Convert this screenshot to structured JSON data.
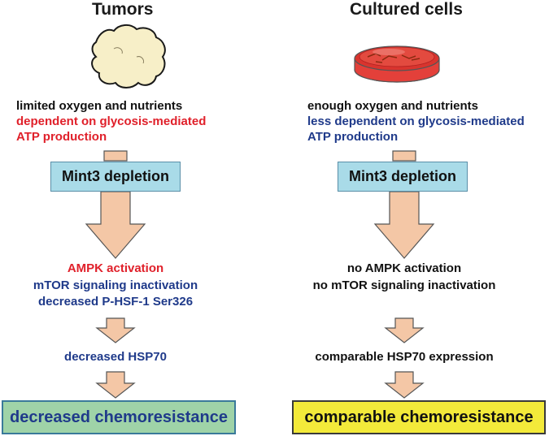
{
  "left": {
    "title": "Tumors",
    "conditions": {
      "line1": "limited oxygen and nutrients",
      "line2": "dependent on glycosis-mediated",
      "line3": "ATP production"
    },
    "box": "Mint3 depletion",
    "effects": {
      "line1": "AMPK activation",
      "line2": "mTOR signaling inactivation",
      "line3": "decreased P-HSF-1 Ser326"
    },
    "hsp": "decreased HSP70",
    "result": "decreased chemoresistance"
  },
  "right": {
    "title": "Cultured cells",
    "conditions": {
      "line1": "enough oxygen and nutrients",
      "line2": "less dependent on glycosis-mediated",
      "line3": "ATP production"
    },
    "box": "Mint3 depletion",
    "effects": {
      "line1": "no AMPK activation",
      "line2": "no mTOR signaling inactivation"
    },
    "hsp": "comparable HSP70 expression",
    "result": "comparable chemoresistance"
  },
  "colors": {
    "arrow_fill": "#f4c7a6",
    "arrow_stroke": "#555555",
    "mint_box": "#a9dbe8",
    "result_left": "#9fd3a8",
    "result_right": "#f3ea3a",
    "red_text": "#e0202a",
    "blue_text": "#1f3a8a"
  },
  "icons": [
    "tumor-icon",
    "petri-dish-icon"
  ]
}
